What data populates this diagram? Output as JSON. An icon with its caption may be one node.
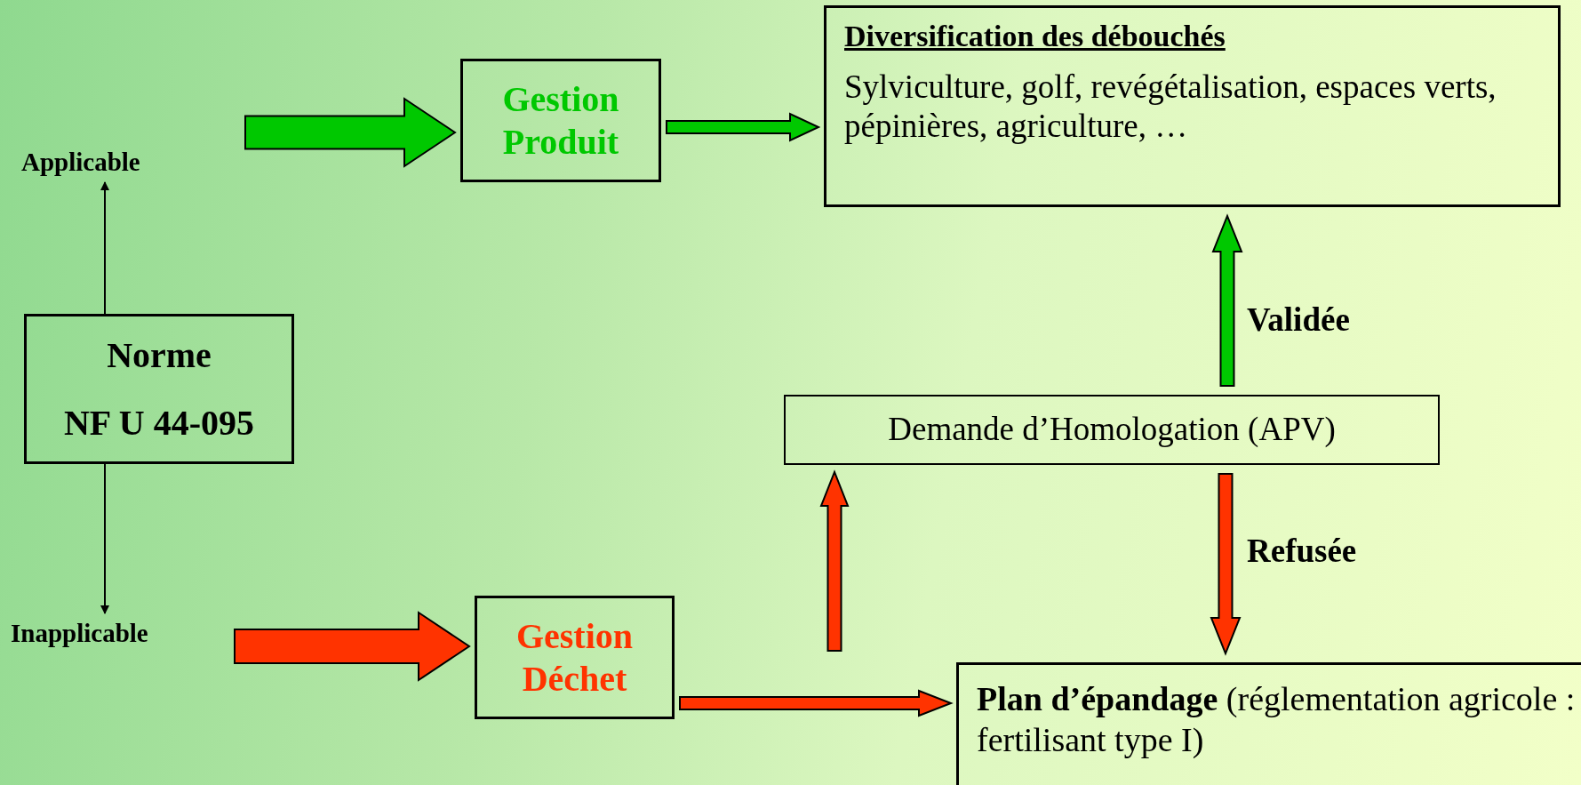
{
  "diagram": {
    "nodes": [
      {
        "text": [
          "Norme",
          "NF U 44-095"
        ]
      },
      {
        "text": [
          "Applicable"
        ]
      },
      {
        "text": [
          "Inapplicable"
        ]
      },
      {
        "text": [
          "Gestion Produit"
        ]
      },
      {
        "text": [
          "Gestion Déchet"
        ]
      },
      {
        "text": [
          "Diversification des débouchés",
          "Sylviculture, golf, revégétalisation, espaces verts, pépinières, agriculture, …"
        ]
      },
      {
        "text": [
          "Demande d’Homologation (APV)"
        ]
      },
      {
        "text": [
          "**Plan d’épandage** (réglementation agricole : fertilisant type I)"
        ]
      }
    ],
    "edges": [
      {
        "from": 0,
        "to": 1,
        "arrow": "to"
      },
      {
        "from": 0,
        "to": 2,
        "arrow": "to"
      },
      {
        "from": 1,
        "to": 3,
        "arrow": "to",
        "style": "thick",
        "color": "#00c800"
      },
      {
        "from": 3,
        "to": 5,
        "arrow": "to",
        "style": "thick",
        "color": "#00c800"
      },
      {
        "from": 2,
        "to": 4,
        "arrow": "to",
        "style": "thick",
        "color": "#ff3300"
      },
      {
        "from": 4,
        "to": 7,
        "arrow": "to",
        "style": "thick",
        "color": "#ff3300"
      },
      {
        "from": null,
        "to": 6,
        "arrow": "to",
        "style": "thick",
        "color": "#ff3300"
      },
      {
        "from": 6,
        "to": 5,
        "label": "Validée",
        "arrow": "to",
        "style": "thick",
        "color": "#00c800"
      },
      {
        "from": 6,
        "to": 7,
        "label": "Refusée",
        "arrow": "to",
        "style": "thick",
        "color": "#ff3300"
      }
    ]
  }
}
